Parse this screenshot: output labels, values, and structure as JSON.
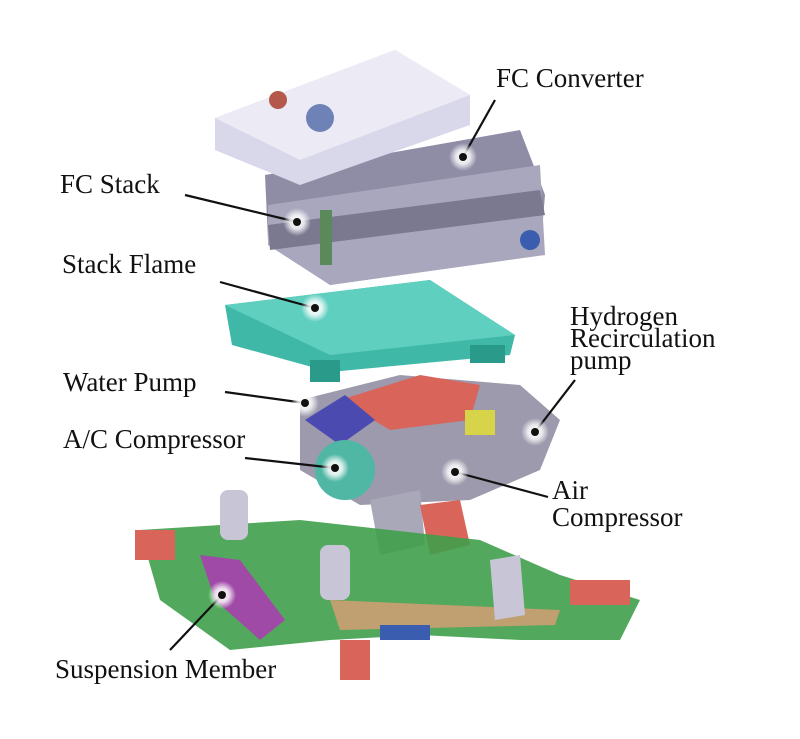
{
  "labels": {
    "fc_converter": "FC Converter",
    "fc_stack": "FC Stack",
    "stack_flame": "Stack Flame",
    "hydrogen_line1": "Hydrogen",
    "hydrogen_line2": "Recirculation",
    "hydrogen_line3": "pump",
    "water_pump": "Water Pump",
    "ac_compressor": "A/C Compressor",
    "air_line1": "Air",
    "air_line2": "Compressor",
    "suspension_member": "Suspension Member"
  },
  "colors": {
    "stack": "#a9a7bd",
    "converter_top": "#d9d8ea",
    "frame": "#3fb8a8",
    "compressor_red": "#d9645a",
    "suspension_green": "#3f9e4a",
    "suspension_purple": "#a04aa8"
  }
}
